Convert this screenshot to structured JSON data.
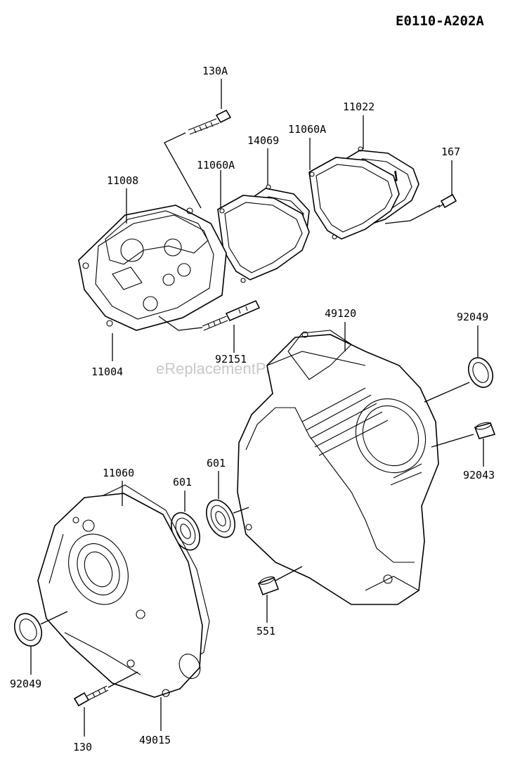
{
  "diagram_id": "E0110-A202A",
  "watermark": "eReplacementParts.com",
  "callouts": {
    "p130a": "130A",
    "p11022": "11022",
    "p11060a_right": "11060A",
    "p14069": "14069",
    "p167": "167",
    "p11008": "11008",
    "p11060a_left": "11060A",
    "p11004": "11004",
    "p92151": "92151",
    "p49120": "49120",
    "p92049_top": "92049",
    "p92043": "92043",
    "p11060": "11060",
    "p601_upper": "601",
    "p601_lower": "601",
    "p551": "551",
    "p92049_bottom": "92049",
    "p130": "130",
    "p49015": "49015"
  }
}
